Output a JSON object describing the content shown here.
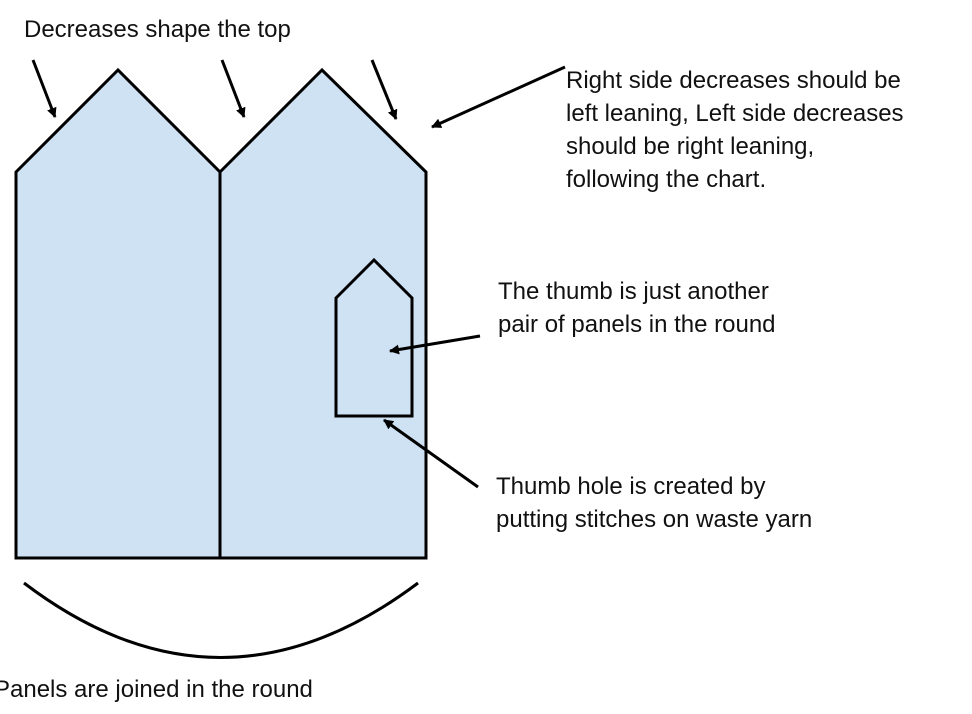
{
  "diagram": {
    "labels": {
      "decreases_top": "Decreases shape the top",
      "decrease_lean": [
        "Right side decreases should be",
        "left leaning, Left side decreases",
        "should be right leaning,",
        "following the chart."
      ],
      "thumb_panels": [
        "The thumb is just another",
        "pair of panels in the round"
      ],
      "thumb_hole": [
        "Thumb hole is created by",
        "putting stitches on waste yarn"
      ],
      "panels_joined": "Panels are joined in the round"
    },
    "colors": {
      "panel_fill": "#cfe2f3",
      "stroke": "#000000",
      "text": "#111111"
    }
  }
}
